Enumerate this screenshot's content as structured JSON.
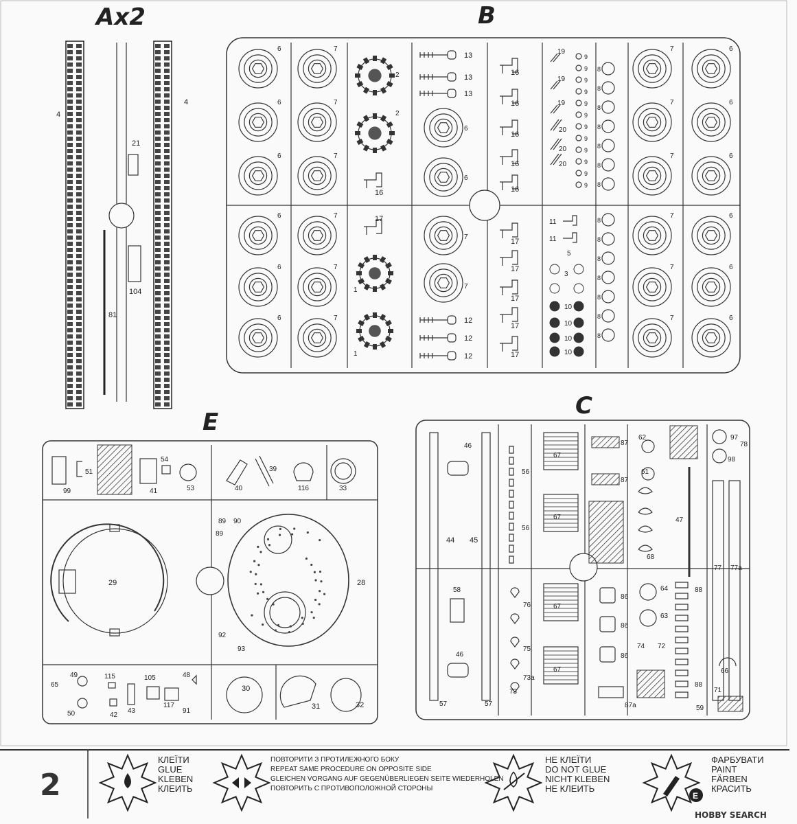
{
  "page_number": "2",
  "sprues": {
    "A": {
      "title": "Ax2",
      "parts": [
        "4",
        "21",
        "104",
        "81",
        "4"
      ]
    },
    "B": {
      "title": "B",
      "parts": [
        "6",
        "7",
        "2",
        "13",
        "16",
        "19",
        "9",
        "8",
        "7",
        "6",
        "1",
        "12",
        "17",
        "11",
        "5",
        "3",
        "10",
        "20"
      ]
    },
    "C": {
      "title": "C",
      "parts": [
        "46",
        "44",
        "45",
        "58",
        "57",
        "56",
        "76",
        "75",
        "73",
        "73a",
        "67",
        "87",
        "87a",
        "62",
        "61",
        "68",
        "86",
        "64",
        "63",
        "74",
        "72",
        "88",
        "47",
        "66",
        "77",
        "77a",
        "97",
        "98",
        "78",
        "71",
        "59"
      ]
    },
    "E": {
      "title": "E",
      "parts": [
        "99",
        "51",
        "54",
        "41",
        "53",
        "40",
        "39",
        "116",
        "33",
        "29",
        "89",
        "90",
        "28",
        "92",
        "93",
        "65",
        "49",
        "50",
        "115",
        "42",
        "43",
        "105",
        "117",
        "48",
        "91",
        "30",
        "31",
        "32"
      ]
    }
  },
  "legend": [
    {
      "icon": "glue-icon",
      "lines": [
        "КЛЕЇТИ",
        "GLUE",
        "KLEBEN",
        "КЛЕИТЬ"
      ]
    },
    {
      "icon": "repeat-opposite-side-icon",
      "lines": [
        "ПОВТОРИТИ З ПРОТИЛЕЖНОГО БОКУ",
        "REPEAT SAME PROCEDURE ON OPPOSITE SIDE",
        "GLEICHEN VORGANG AUF GEGENÜBERLIEGEN SEITE WIEDERHOLEN",
        "ПОВТОРИТЬ С ПРОТИВОПОЛОЖНОЙ СТОРОНЫ"
      ]
    },
    {
      "icon": "do-not-glue-icon",
      "lines": [
        "НЕ КЛЕЇТИ",
        "DO NOT GLUE",
        "NICHT KLEBEN",
        "НЕ КЛЕИТЬ"
      ]
    },
    {
      "icon": "paint-icon",
      "lines": [
        "ФАРБУВАТИ",
        "PAINT",
        "FÄRBEN",
        "КРАСИТЬ"
      ]
    }
  ],
  "paint_badge": "E",
  "watermark": "HOBBY SEARCH"
}
